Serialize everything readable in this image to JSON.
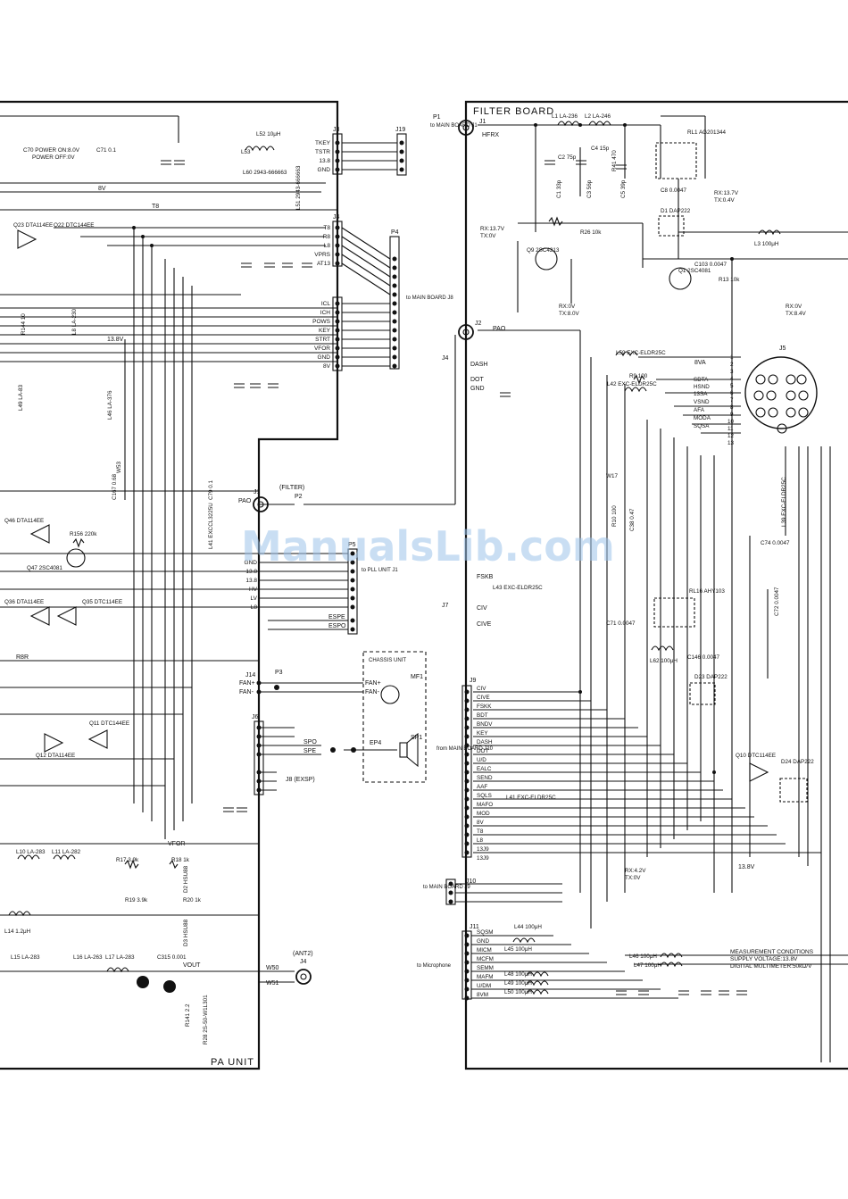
{
  "boards": {
    "pa_unit": "PA UNIT",
    "filter_board": "FILTER BOARD",
    "chassis_unit": "CHASSIS UNIT"
  },
  "watermark": "ManualsLib.com",
  "measurement": {
    "title": "MEASUREMENT CONDITIONS",
    "supply": "SUPPLY VOLTAGE:13.8V",
    "meter": "DIGITAL MULTIMETER:50kΩ/V"
  },
  "connectors": {
    "j1_pa": "J1",
    "j2": "J2",
    "j3": "J3",
    "j4": "J4",
    "j6": "J6",
    "j8": "J8 (EXSP)",
    "j9": "J9",
    "j10": "J10",
    "j11": "J11",
    "j14": "J14",
    "j19": "J19",
    "p1": "P1",
    "p2": "P2",
    "p3": "P3",
    "p4": "P4",
    "p5": "P5",
    "j5": "J5",
    "j7": "J7",
    "ant2": "(ANT2)",
    "j4_ant": "J4",
    "filter_label": "(FILTER)",
    "fj1": "J1",
    "fj4": "J4"
  },
  "j3_pins": [
    "TKEY",
    "TSTR",
    "13.8",
    "GND"
  ],
  "j4_pins": [
    "T8",
    "R8",
    "L8",
    "VPRS",
    "AT13"
  ],
  "j2_pins": [
    "ICL",
    "ICH",
    "POWS",
    "KEY",
    "STRT",
    "VFOR",
    "GND",
    "8V"
  ],
  "p5_pins": [
    "GND",
    "13.8",
    "13.8",
    "HV",
    "LV",
    "L8"
  ],
  "j9_pins": [
    "CIV",
    "CIVE",
    "FSKK",
    "BDT",
    "BNDV",
    "KEY",
    "DASH",
    "DOT",
    "U/D",
    "EALC",
    "SEND",
    "AAF",
    "SQLS",
    "MAFO",
    "MOD",
    "8V",
    "T8",
    "L8",
    "13J9",
    "13J9"
  ],
  "j11_pins": [
    "SQSM",
    "GND",
    "MICM",
    "MCFM",
    "SEMM",
    "MAFM",
    "U/DM",
    "8VM"
  ],
  "j5_pins": [
    "SDTA",
    "HSND",
    "13SA",
    "VSND",
    "AFA",
    "MODA",
    "SQSA"
  ],
  "labels": {
    "to_main_j1": "to MAIN BOARD J1",
    "to_main_j8": "to MAIN BOARD J8",
    "to_main_j9": "to MAIN BOARD J9",
    "to_pll": "to PLL UNIT J1",
    "from_main_j10": "from MAIN BOARD J10",
    "to_microphone": "to Microphone",
    "hfrx": "HFRX",
    "pao": "PAO",
    "dash": "DASH",
    "dot": "DOT",
    "gnd": "GND",
    "fskb": "FSKB",
    "civ": "CIV",
    "cive": "CIVE",
    "espe": "ESPE",
    "espo": "ESPO",
    "fan_p": "FAN+",
    "fan_m": "FAN-",
    "vout": "VOUT",
    "vfor": "VFOR",
    "w50": "W50",
    "w51": "W51",
    "t8": "T8",
    "r8r": "R8R",
    "v8": "8V",
    "v138": "13.8V",
    "v138b": "13.8V",
    "svo": "8VA",
    "mf1": "MF1",
    "sp1": "SP1",
    "ep4": "EP4",
    "spo": "SPO",
    "spe": "SPE"
  },
  "components": {
    "l52": "L52 10μH",
    "l53": "L53",
    "l60": "L60 2943-666663",
    "l51": "L51 2943-666663",
    "c70": "C70 POWER ON:8.0V",
    "c70b": "POWER OFF:0V",
    "c71": "C71 0.1",
    "q23": "Q23 DTA114EE",
    "q22": "Q22 DTC144EE",
    "q46": "Q46 DTA114EE",
    "q47": "Q47 2SC4081",
    "r156": "R156 220k",
    "q35": "Q35 DTC114EE",
    "q36": "Q36 DTA114EE",
    "q11": "Q11 DTC144EE",
    "q12": "Q12 DTA114EE",
    "l41": "L41 EXCCL3225U",
    "c79": "C79 0.1",
    "c167": "C167 0.68",
    "r144": "R144 10",
    "l8": "L8 LA-230",
    "l46": "L46 LA-376",
    "l49": "L49 LA-83",
    "l10": "L10 LA-283",
    "l11": "L11 LA-282",
    "l14": "L14 1.2μH",
    "l15": "L15 LA-283",
    "l16": "L16 LA-263",
    "l17": "L17 LA-283",
    "r17": "R17 3.9k",
    "r18": "R18 1k",
    "r19": "R19 3.9k",
    "r20": "R20 1k",
    "d2": "D2 HSU88",
    "d3": "D3 HSU88",
    "c315": "C315 0.001",
    "r141": "R141 2.2",
    "r28": "R28 2S-50-W1L301",
    "rl1": "RL1 AG201344",
    "d1": "D1 DAP222",
    "c8": "C8 0.0047",
    "rx137": "RX:13.7V",
    "tx04": "TX:0.4V",
    "l3": "L3 100μH",
    "c103": "C103 0.0047",
    "q1": "Q1 2SC4081",
    "r13": "R13 10k",
    "rx0": "RX:0V",
    "tx84": "TX:8.4V",
    "q9": "Q9 2SC4213",
    "r26": "R26 10k",
    "rx137b": "RX:13.7V",
    "tx0": "TX:0V",
    "rx0b": "RX:0V",
    "tx80": "TX:8.0V",
    "l1": "L1 LA-236",
    "l2": "L2 LA-246",
    "c2": "C2 75p",
    "c4": "C4 15p",
    "c1": "C1 33p",
    "c3": "C3 56p",
    "c5": "C5 39p",
    "r41": "R41 470",
    "l59": "L59 EXC-ELDR25C",
    "l42": "L42 EXC-ELDR25C",
    "r9": "R9 100",
    "l43": "L43 EXC-ELDR25C",
    "l41b": "L41 EXC-ELDR25C",
    "rl16": "RL16 AHY103",
    "d23": "D23 DAP222",
    "c146": "C146 0.0047",
    "l62": "L62 100μH",
    "c71f": "C71 0.0047",
    "q10": "Q10 DTC114EE",
    "d24": "D24 DAP222",
    "l39": "L39 EXC-ELDR25C",
    "c74": "C74 0.0047",
    "c72": "C72 0.0047",
    "l44": "L44 100μH",
    "l45": "L45 100μH",
    "l46f": "L46 100μH",
    "l47": "L47 100μH",
    "l48": "L48 100μH",
    "l49f": "L49 100μH",
    "l50": "L50 100μH",
    "rx42": "RX:4.2V",
    "tx0b": "TX:0V",
    "w17": "W17",
    "w53": "W53",
    "r10": "R10 100",
    "c38": "C38 0.47"
  },
  "bus_numbers": [
    "1",
    "2",
    "3",
    "4",
    "5",
    "6",
    "7",
    "8",
    "9",
    "10",
    "11",
    "12",
    "13"
  ],
  "j5_numbers": [
    "13",
    "12",
    "11",
    "10",
    "9",
    "8",
    "7",
    "6",
    "5",
    "4",
    "3",
    "2",
    "1"
  ]
}
